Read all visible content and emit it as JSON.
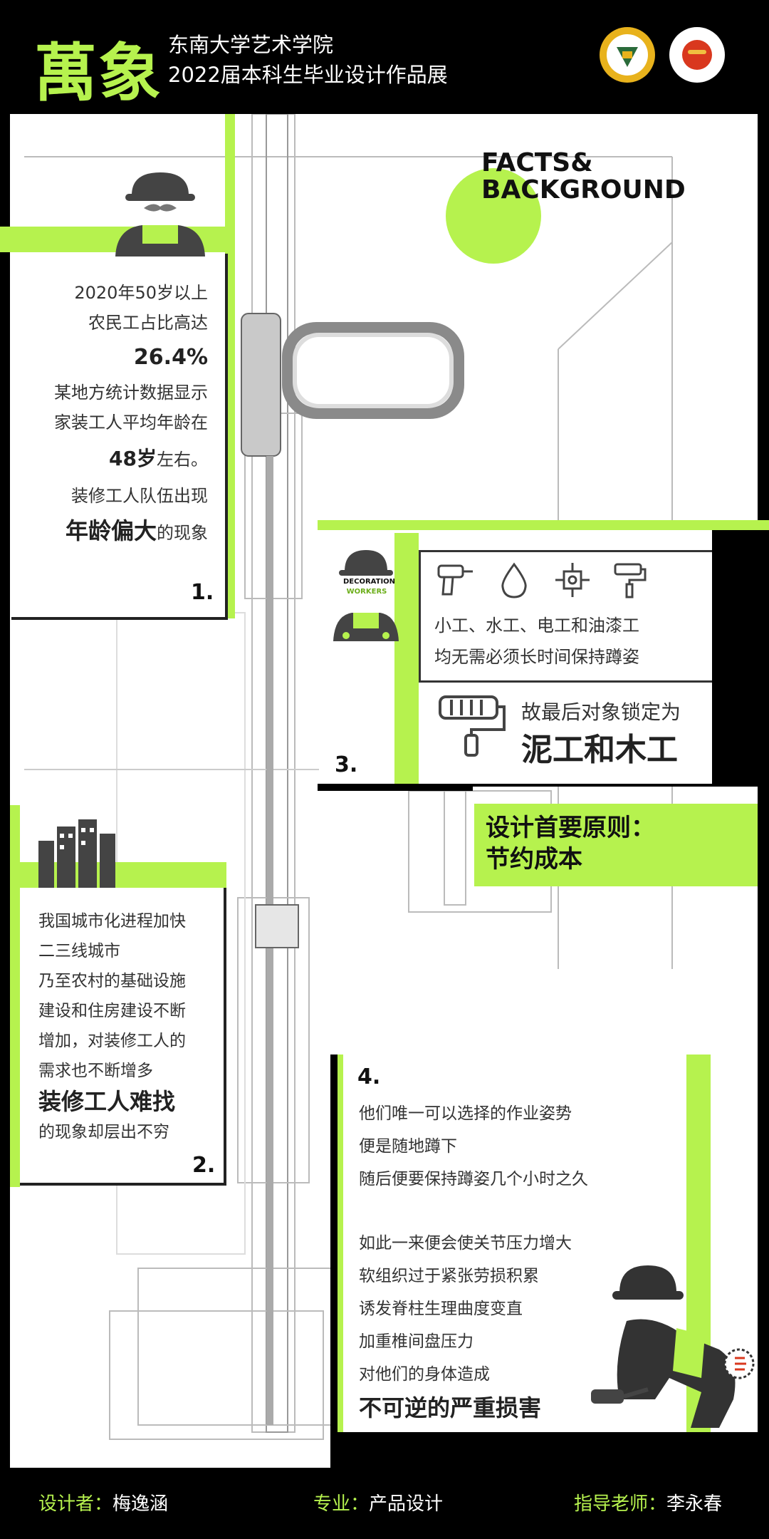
{
  "header": {
    "logo": "萬象",
    "school": "东南大学艺术学院",
    "exhibition": "2022届本科生毕业设计作品展",
    "colors": {
      "accent": "#b6f24e",
      "seal1": "#e8b21c",
      "seal2": "#d9381e"
    }
  },
  "facts": {
    "line1": "FACTS&",
    "line2": "BACKGROUND"
  },
  "card1": {
    "lines": [
      "2020年50岁以上",
      "农民工占比高达"
    ],
    "highlight": "26.4%",
    "lines2": [
      "某地方统计数据显示",
      "家装工人平均年龄在"
    ],
    "age_strong": "48岁",
    "age_suffix": "左右。",
    "line3": "装修工人队伍出现",
    "strong": "年龄偏大",
    "strong_suffix": "的现象",
    "number": "1."
  },
  "card2": {
    "lines": [
      "我国城市化进程加快",
      "二三线城市",
      "乃至农村的基础设施",
      "建设和住房建设不断",
      "增加，对装修工人的",
      "需求也不断增多"
    ],
    "strong": "装修工人难找",
    "tail": "的现象却层出不穷",
    "number": "2."
  },
  "card3": {
    "badge1": "DECORATION",
    "badge2": "WORKERS",
    "line1": "小工、水工、电工和油漆工",
    "line2": "均无需必须长时间保持蹲姿",
    "lead": "故最后对象锁定为",
    "strong": "泥工和木工",
    "number": "3.",
    "icons": [
      "drill-icon",
      "water-drop-icon",
      "circuit-icon",
      "paint-roller-icon"
    ]
  },
  "principle": {
    "line1": "设计首要原则：",
    "line2": "节约成本"
  },
  "card4": {
    "number": "4.",
    "lines": [
      "他们唯一可以选择的作业姿势",
      "便是随地蹲下",
      "随后便要保持蹲姿几个小时之久"
    ],
    "lines2": [
      "如此一来便会使关节压力增大",
      "软组织过于紧张劳损积累",
      "诱发脊柱生理曲度变直",
      "加重椎间盘压力",
      "对他们的身体造成"
    ],
    "strong": "不可逆的严重损害"
  },
  "footer": {
    "designer_label": "设计者：",
    "designer": "梅逸涵",
    "major_label": "专业：",
    "major": "产品设计",
    "advisor_label": "指导老师：",
    "advisor": "李永春"
  }
}
